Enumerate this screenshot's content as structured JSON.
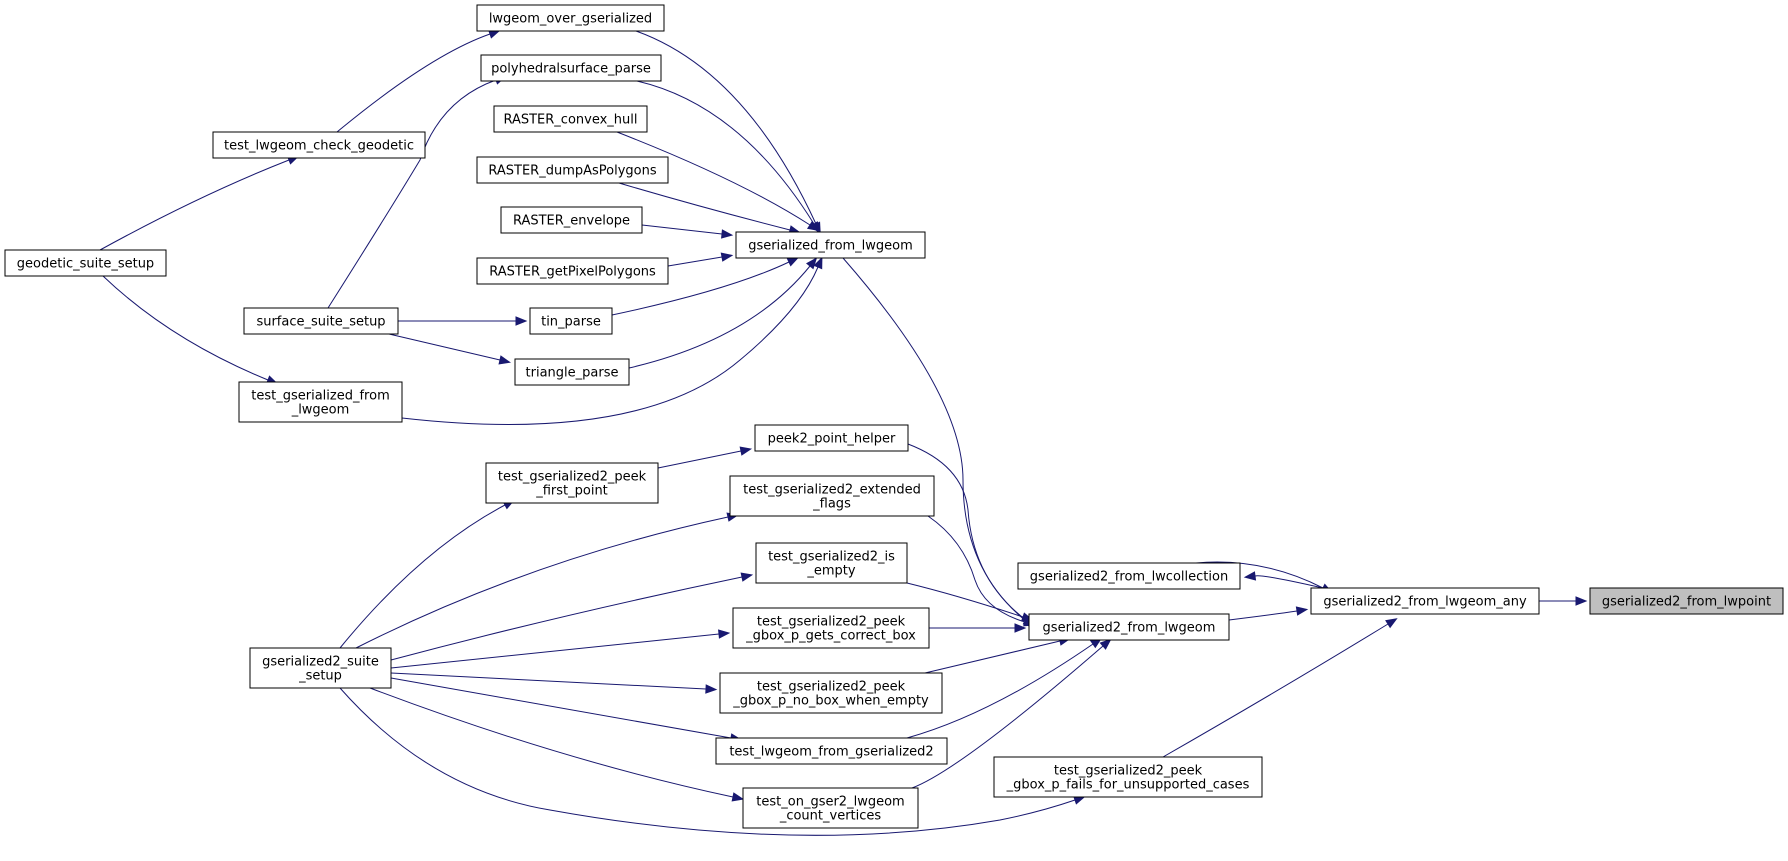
{
  "graph": {
    "type": "doxygen-caller-graph",
    "colors": {
      "edge": "#191970",
      "node_fill": "#ffffff",
      "node_border": "#000000",
      "highlight_fill": "#bfbfbf"
    },
    "nodes": [
      {
        "id": "n_lwpoint",
        "lines": [
          "gserialized2_from_lwpoint"
        ],
        "highlight": true
      },
      {
        "id": "n_any",
        "lines": [
          "gserialized2_from_lwgeom_any"
        ]
      },
      {
        "id": "n_lwcoll",
        "lines": [
          "gserialized2_from_lwcollection"
        ]
      },
      {
        "id": "n_g2from",
        "lines": [
          "gserialized2_from_lwgeom"
        ]
      },
      {
        "id": "n_fails",
        "lines": [
          "test_gserialized2_peek",
          "_gbox_p_fails_for_unsupported_cases"
        ]
      },
      {
        "id": "n_gfrom",
        "lines": [
          "gserialized_from_lwgeom"
        ]
      },
      {
        "id": "n_peek2",
        "lines": [
          "peek2_point_helper"
        ]
      },
      {
        "id": "n_ext",
        "lines": [
          "test_gserialized2_extended",
          "_flags"
        ]
      },
      {
        "id": "n_isempty",
        "lines": [
          "test_gserialized2_is",
          "_empty"
        ]
      },
      {
        "id": "n_correct",
        "lines": [
          "test_gserialized2_peek",
          "_gbox_p_gets_correct_box"
        ]
      },
      {
        "id": "n_nobox",
        "lines": [
          "test_gserialized2_peek",
          "_gbox_p_no_box_when_empty"
        ]
      },
      {
        "id": "n_lwfromg",
        "lines": [
          "test_lwgeom_from_gserialized2"
        ]
      },
      {
        "id": "n_count",
        "lines": [
          "test_on_gser2_lwgeom",
          "_count_vertices"
        ]
      },
      {
        "id": "n_g2suite",
        "lines": [
          "gserialized2_suite",
          "_setup"
        ]
      },
      {
        "id": "n_firstpt",
        "lines": [
          "test_gserialized2_peek",
          "_first_point"
        ]
      },
      {
        "id": "n_over",
        "lines": [
          "lwgeom_over_gserialized"
        ]
      },
      {
        "id": "n_poly",
        "lines": [
          "polyhedralsurface_parse"
        ]
      },
      {
        "id": "n_hull",
        "lines": [
          "RASTER_convex_hull"
        ]
      },
      {
        "id": "n_dump",
        "lines": [
          "RASTER_dumpAsPolygons"
        ]
      },
      {
        "id": "n_env",
        "lines": [
          "RASTER_envelope"
        ]
      },
      {
        "id": "n_pix",
        "lines": [
          "RASTER_getPixelPolygons"
        ]
      },
      {
        "id": "n_tin",
        "lines": [
          "tin_parse"
        ]
      },
      {
        "id": "n_tri",
        "lines": [
          "triangle_parse"
        ]
      },
      {
        "id": "n_tgfrom",
        "lines": [
          "test_gserialized_from",
          "_lwgeom"
        ]
      },
      {
        "id": "n_check",
        "lines": [
          "test_lwgeom_check_geodetic"
        ]
      },
      {
        "id": "n_geodetic",
        "lines": [
          "geodetic_suite_setup"
        ]
      },
      {
        "id": "n_surface",
        "lines": [
          "surface_suite_setup"
        ]
      }
    ],
    "edges": [
      {
        "from": "n_any",
        "to": "n_lwpoint"
      },
      {
        "from": "n_lwcoll",
        "to": "n_any"
      },
      {
        "from": "n_g2from",
        "to": "n_any"
      },
      {
        "from": "n_fails",
        "to": "n_any"
      },
      {
        "from": "n_any",
        "to": "n_lwcoll"
      },
      {
        "from": "n_gfrom",
        "to": "n_g2from"
      },
      {
        "from": "n_peek2",
        "to": "n_g2from"
      },
      {
        "from": "n_ext",
        "to": "n_g2from"
      },
      {
        "from": "n_isempty",
        "to": "n_g2from"
      },
      {
        "from": "n_correct",
        "to": "n_g2from"
      },
      {
        "from": "n_nobox",
        "to": "n_g2from"
      },
      {
        "from": "n_lwfromg",
        "to": "n_g2from"
      },
      {
        "from": "n_count",
        "to": "n_g2from"
      },
      {
        "from": "n_over",
        "to": "n_gfrom"
      },
      {
        "from": "n_poly",
        "to": "n_gfrom"
      },
      {
        "from": "n_hull",
        "to": "n_gfrom"
      },
      {
        "from": "n_dump",
        "to": "n_gfrom"
      },
      {
        "from": "n_env",
        "to": "n_gfrom"
      },
      {
        "from": "n_pix",
        "to": "n_gfrom"
      },
      {
        "from": "n_tin",
        "to": "n_gfrom"
      },
      {
        "from": "n_tri",
        "to": "n_gfrom"
      },
      {
        "from": "n_tgfrom",
        "to": "n_gfrom"
      },
      {
        "from": "n_firstpt",
        "to": "n_peek2"
      },
      {
        "from": "n_g2suite",
        "to": "n_firstpt"
      },
      {
        "from": "n_g2suite",
        "to": "n_ext"
      },
      {
        "from": "n_g2suite",
        "to": "n_isempty"
      },
      {
        "from": "n_g2suite",
        "to": "n_correct"
      },
      {
        "from": "n_g2suite",
        "to": "n_nobox"
      },
      {
        "from": "n_g2suite",
        "to": "n_lwfromg"
      },
      {
        "from": "n_g2suite",
        "to": "n_count"
      },
      {
        "from": "n_g2suite",
        "to": "n_fails"
      },
      {
        "from": "n_check",
        "to": "n_over"
      },
      {
        "from": "n_geodetic",
        "to": "n_check"
      },
      {
        "from": "n_geodetic",
        "to": "n_tgfrom"
      },
      {
        "from": "n_surface",
        "to": "n_poly"
      },
      {
        "from": "n_surface",
        "to": "n_tin"
      },
      {
        "from": "n_surface",
        "to": "n_tri"
      }
    ]
  }
}
